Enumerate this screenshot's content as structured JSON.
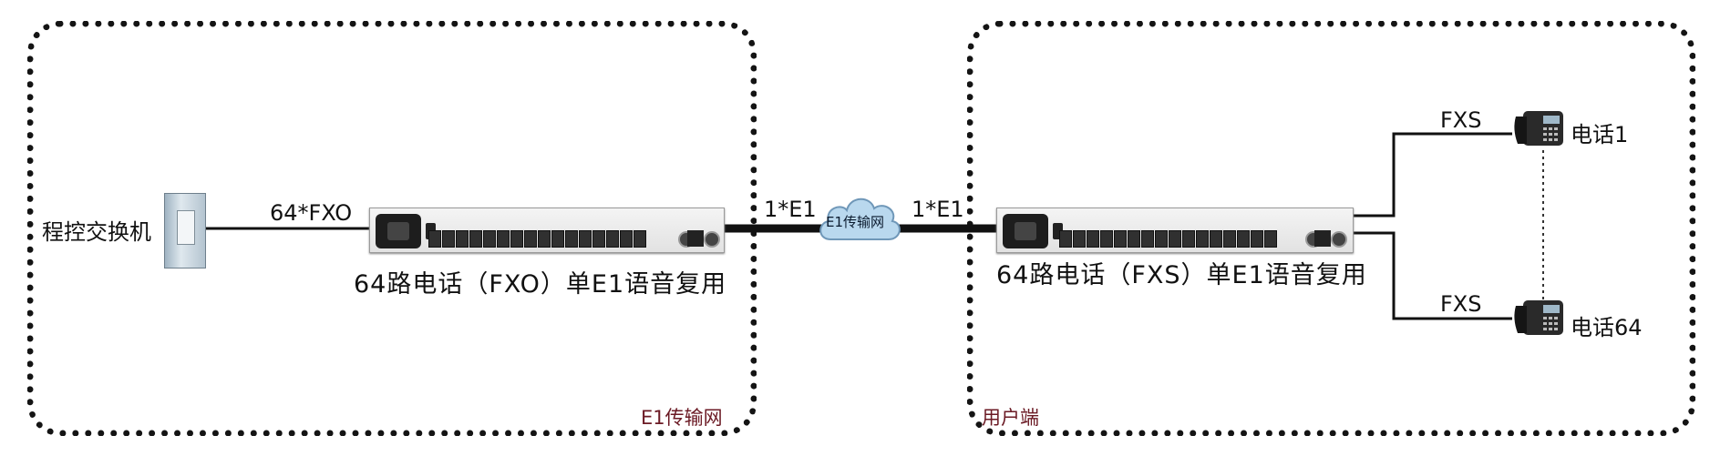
{
  "zones": {
    "left_label": "E1传输网",
    "right_label": "用户端"
  },
  "nodes": {
    "exchange_label": "程控交换机",
    "left_device_label": "64路电话（FXO）单E1语音复用",
    "right_device_label": "64路电话（FXS）单E1语音复用",
    "cloud_label": "E1传输网",
    "phone1_label": "电话1",
    "phone64_label": "电话64"
  },
  "links": {
    "exchange_to_mux": "64*FXO",
    "left_e1": "1*E1",
    "right_e1": "1*E1",
    "fxs_top": "FXS",
    "fxs_bottom": "FXS"
  },
  "colors": {
    "zone_border": "#141414",
    "zone_label": "#6b1a24",
    "cloud_fill": "#b9d8ee"
  }
}
